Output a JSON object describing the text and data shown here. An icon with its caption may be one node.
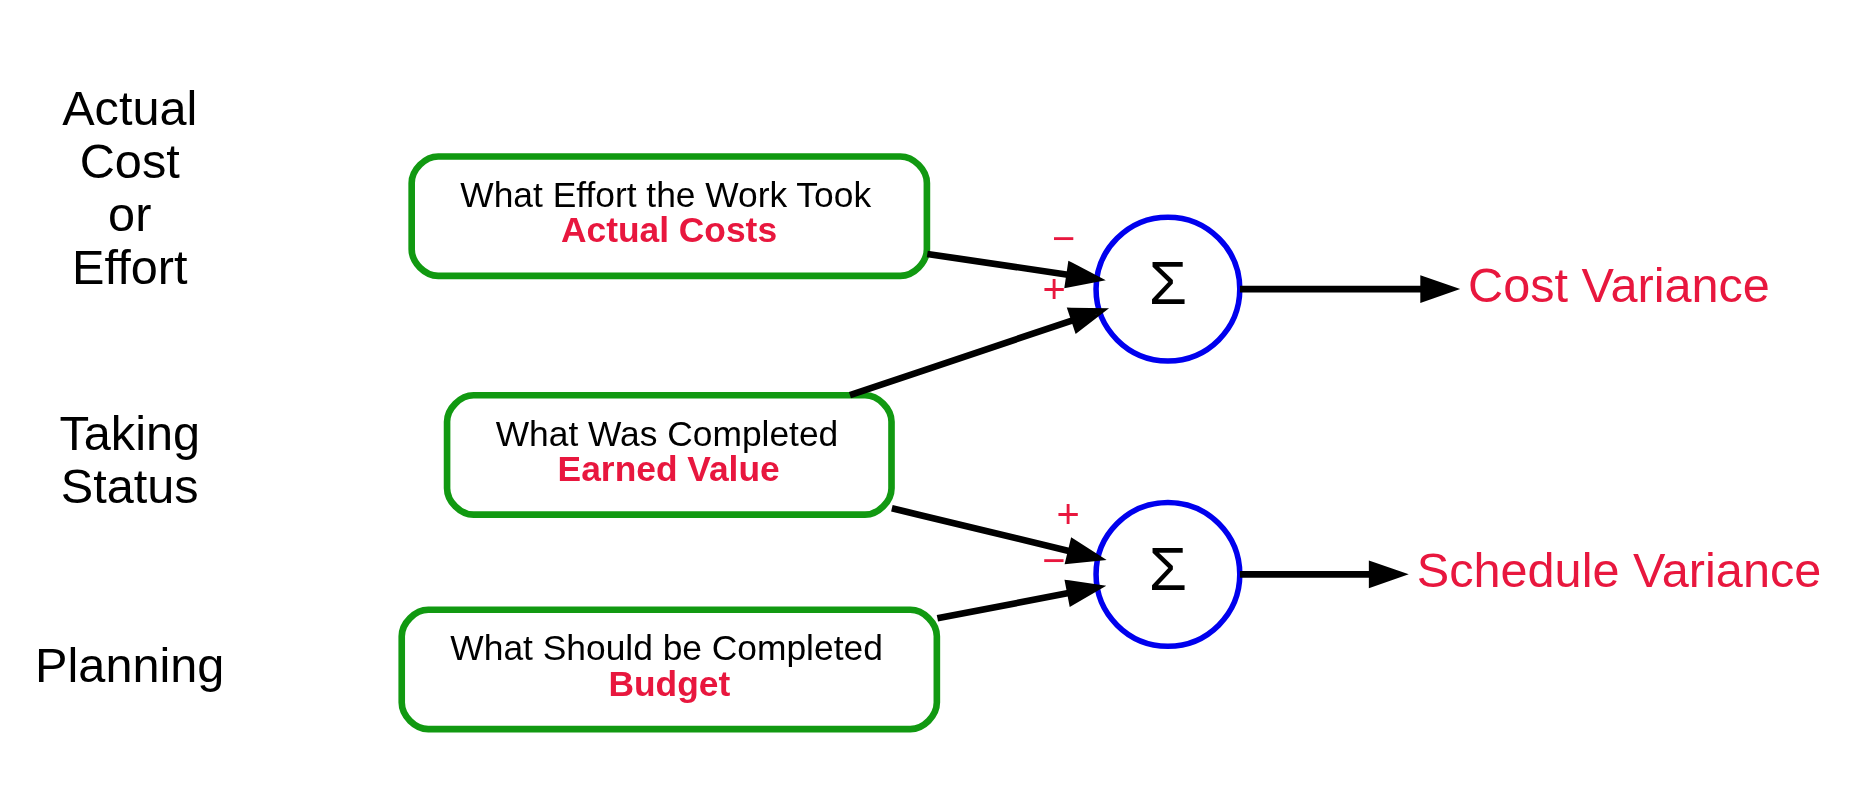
{
  "diagram": {
    "nodes": [
      {
        "text": [
          "What Should be Completed",
          "Budget"
        ]
      },
      {
        "text": [
          "What Was Completed",
          "Earned Value"
        ]
      },
      {
        "text": [
          "What Effort the Work Took",
          "Actual Costs"
        ]
      },
      {
        "text": [
          "Σ"
        ]
      },
      {
        "text": [
          "Σ"
        ]
      },
      {
        "text": [
          "Schedule Variance"
        ]
      },
      {
        "text": [
          "Cost Variance"
        ]
      }
    ],
    "edges": [
      {
        "from": 0,
        "to": 3,
        "arrow": "to",
        "label": "−"
      },
      {
        "from": 1,
        "to": 3,
        "arrow": "to",
        "label": "+"
      },
      {
        "from": 1,
        "to": 4,
        "arrow": "to",
        "label": "+"
      },
      {
        "from": 2,
        "to": 4,
        "arrow": "to",
        "label": "−"
      },
      {
        "from": 3,
        "to": 5,
        "arrow": "to"
      },
      {
        "from": 4,
        "to": 6,
        "arrow": "to"
      }
    ],
    "labels": [
      "Planning",
      "Taking Status",
      "Actual Cost or Effort"
    ]
  }
}
